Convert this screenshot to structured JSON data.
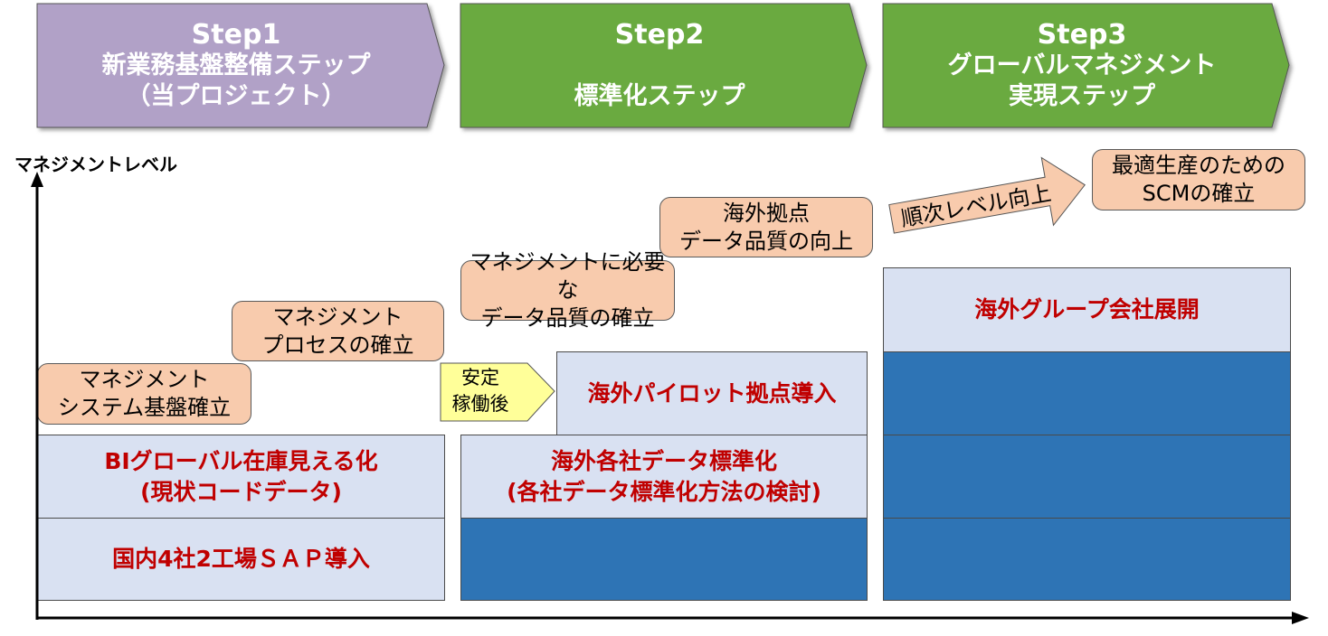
{
  "steps": [
    {
      "num": "Step1",
      "lines": [
        "新業務基盤整備ステップ",
        "（当プロジェクト）"
      ],
      "color": "#b1a1c7"
    },
    {
      "num": "Step2",
      "lines": [
        "",
        "標準化ステップ"
      ],
      "color": "#6aaa40"
    },
    {
      "num": "Step3",
      "lines": [
        "グローバルマネジメント",
        "実現ステップ"
      ],
      "color": "#6aaa40"
    }
  ],
  "axis": {
    "y_label": "マネジメントレベル"
  },
  "blocks": {
    "s1_top": [
      "BIグローバル在庫見える化",
      "(現状コードデータ)"
    ],
    "s1_bottom": [
      "国内4社2工場ＳＡＰ導入"
    ],
    "s2_pilot": [
      "海外パイロット拠点導入"
    ],
    "s2_mid": [
      "海外各社データ標準化",
      "(各社データ標準化方法の検討)"
    ],
    "s3_top": [
      "海外グループ会社展開"
    ]
  },
  "callouts": {
    "c1": [
      "マネジメント",
      "システム基盤確立"
    ],
    "c2": [
      "マネジメント",
      "プロセスの確立"
    ],
    "c3": [
      "マネジメントに必要な",
      "データ品質の確立"
    ],
    "c4": [
      "海外拠点",
      "データ品質の向上"
    ],
    "c5": [
      "最適生産のための",
      "SCMの確立"
    ]
  },
  "arrows": {
    "stable": [
      "安定",
      "稼働後"
    ],
    "level_up": "順次レベル向上"
  },
  "colors": {
    "accent_text": "#c00000",
    "light_block": "#d9e1f2",
    "dark_block": "#2e74b5",
    "callout": "#f8cbad",
    "stable_arrow": "#ffff99"
  }
}
